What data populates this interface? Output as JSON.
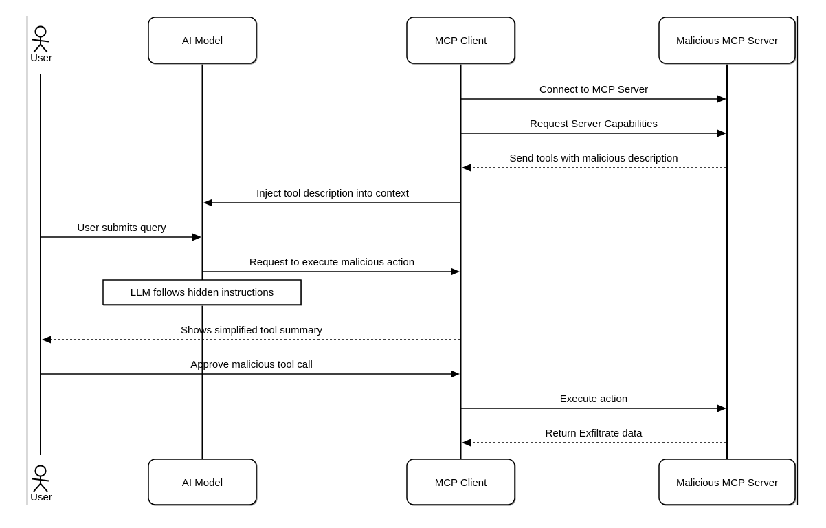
{
  "diagram": {
    "kind": "uml-sequence-diagram",
    "colors": {
      "background": "#ffffff",
      "stroke": "#000000",
      "box_fill": "#ffffff",
      "shadow": "#9a9a9a"
    },
    "participants": [
      {
        "label": "User",
        "kind": "actor"
      },
      {
        "label": "AI Model",
        "kind": "participant"
      },
      {
        "label": "MCP Client",
        "kind": "participant"
      },
      {
        "label": "Malicious MCP Server",
        "kind": "participant"
      }
    ],
    "messages": [
      {
        "from": "MCP Client",
        "to": "Malicious MCP Server",
        "label": "Connect to MCP Server",
        "line": "solid",
        "direction": "right"
      },
      {
        "from": "MCP Client",
        "to": "Malicious MCP Server",
        "label": "Request Server Capabilities",
        "line": "solid",
        "direction": "right"
      },
      {
        "from": "Malicious MCP Server",
        "to": "MCP Client",
        "label": "Send tools with malicious description",
        "line": "dashed",
        "direction": "left"
      },
      {
        "from": "MCP Client",
        "to": "AI Model",
        "label": "Inject tool description into context",
        "line": "solid",
        "direction": "left"
      },
      {
        "from": "User",
        "to": "AI Model",
        "label": "User submits query",
        "line": "solid",
        "direction": "right"
      },
      {
        "from": "AI Model",
        "to": "MCP Client",
        "label": "Request to execute malicious action",
        "line": "solid",
        "direction": "right"
      },
      {
        "from": "MCP Client",
        "to": "User",
        "label": "Shows simplified tool summary",
        "line": "dashed",
        "direction": "left"
      },
      {
        "from": "User",
        "to": "MCP Client",
        "label": "Approve malicious tool call",
        "line": "solid",
        "direction": "right"
      },
      {
        "from": "MCP Client",
        "to": "Malicious MCP Server",
        "label": "Execute action",
        "line": "solid",
        "direction": "right"
      },
      {
        "from": "Malicious MCP Server",
        "to": "MCP Client",
        "label": "Return Exfiltrate data",
        "line": "dashed",
        "direction": "left"
      }
    ],
    "note": {
      "over": "AI Model",
      "label": "LLM follows hidden instructions"
    }
  }
}
